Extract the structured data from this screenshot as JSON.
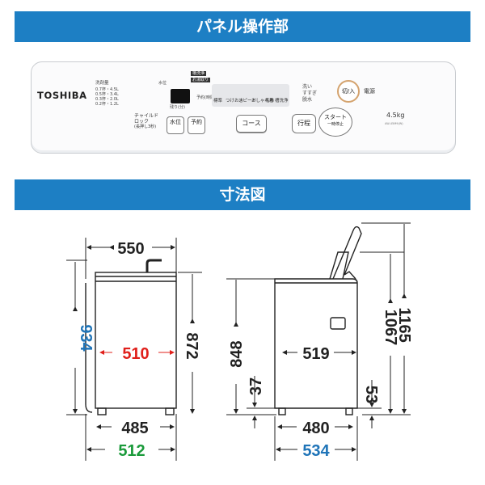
{
  "colors": {
    "banner": "#1d7fc4",
    "black_dim": "#222222",
    "red_dim": "#e0201b",
    "blue_dim": "#1f74b8",
    "green_dim": "#1a9a3a"
  },
  "sections": {
    "panel_title": "パネル操作部",
    "dimension_title": "寸法図"
  },
  "panel": {
    "brand": "TOSHIBA",
    "capacity": "4.5kg",
    "model": "AW-45M9(W)",
    "power_button": "切/入",
    "power_label": "電源",
    "course_button": "コース",
    "koutei_button": "行程",
    "start_button_line1": "スタート",
    "start_button_line2": "一時停止",
    "water_level_button": "水位",
    "reservation_button": "予約",
    "child_lock_line1": "チャイルド",
    "child_lock_line2": "ロック",
    "child_lock_note": "(長押し3秒)",
    "detergent_heading": "洗剤量",
    "detergent_rows": [
      "0.7杯・4.5L",
      "0.5杯・3.4L",
      "0.3杯・2.0L",
      "0.2杯・1.2L"
    ],
    "water_level_label": "水位",
    "remaining_label": "残り(分)",
    "reservation_time_label": "予約(時間)",
    "indicators": [
      "槽洗浄",
      "お湯取り"
    ],
    "modes": [
      "標準",
      "つけおき",
      "スピード",
      "おしゃれ着",
      "毛布",
      "槽洗浄"
    ],
    "processes": [
      "洗い",
      "すすぎ",
      "脱水"
    ]
  },
  "dimensions": {
    "front": {
      "top_width": "550",
      "body_width": "510",
      "foot_inner": "485",
      "foot_outer": "512",
      "total_height": "934",
      "body_height": "872"
    },
    "side": {
      "body_height": "848",
      "bottom_clearance": "37",
      "depth_body": "519",
      "foot_inner": "480",
      "foot_outer": "534",
      "lid_clearance": "53",
      "height_closed": "1067",
      "height_open": "1165"
    }
  }
}
